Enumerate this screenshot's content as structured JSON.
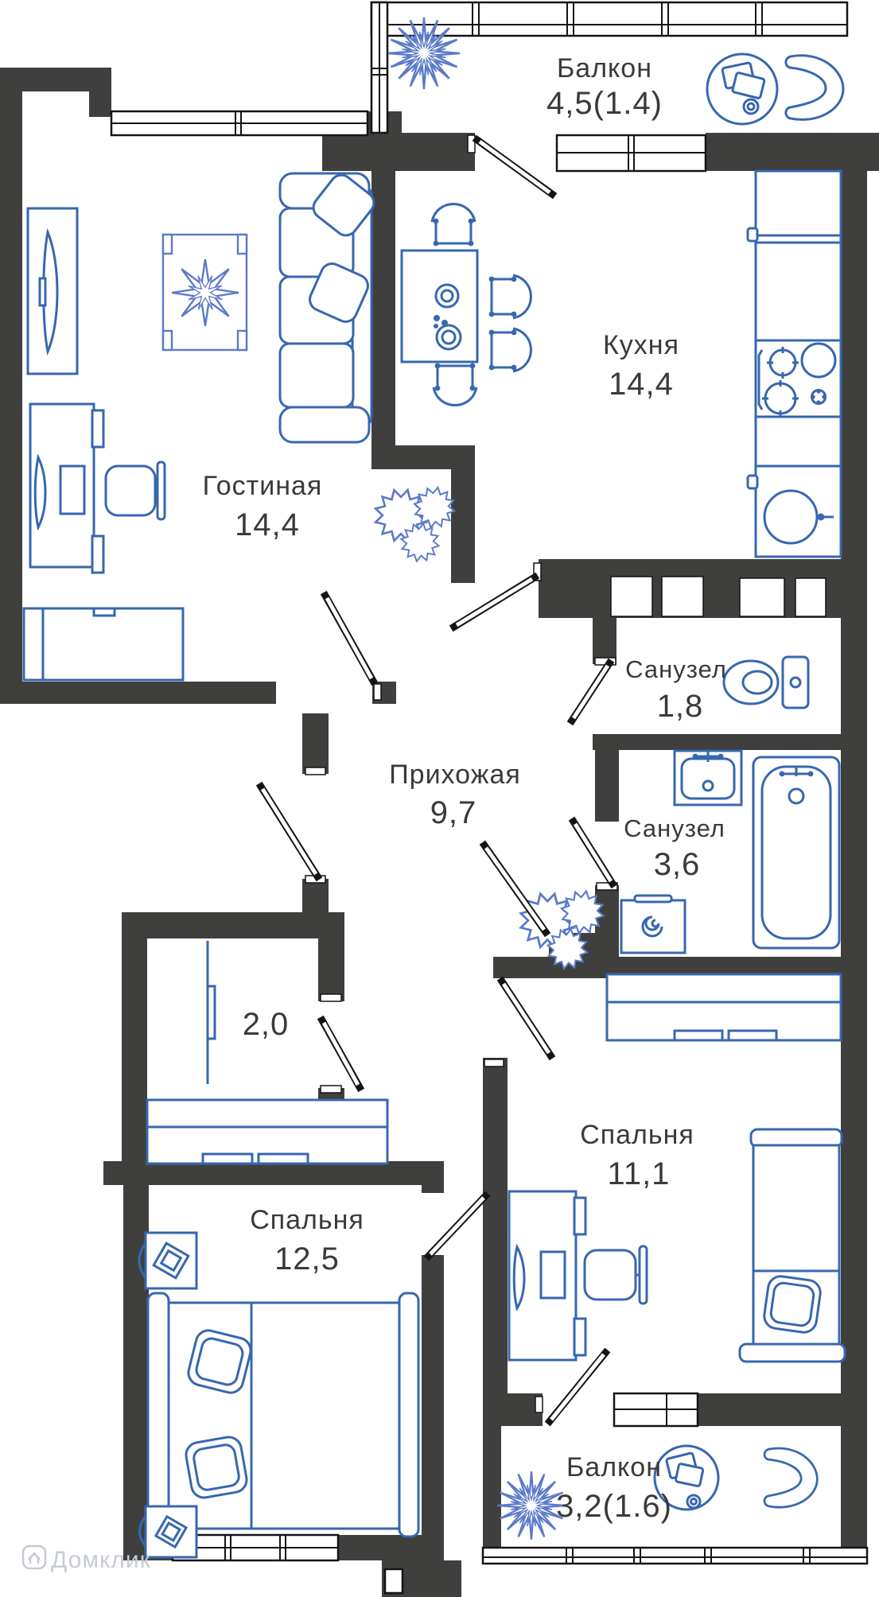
{
  "plan": {
    "title": "2-room apartment floor plan",
    "rooms": [
      {
        "id": "balcony-top",
        "name": "Балкон",
        "area": "4,5(1.4)"
      },
      {
        "id": "kitchen",
        "name": "Кухня",
        "area": "14,4"
      },
      {
        "id": "living-room",
        "name": "Гостиная",
        "area": "14,4"
      },
      {
        "id": "bathroom-small",
        "name": "Санузел",
        "area": "1,8"
      },
      {
        "id": "hallway",
        "name": "Прихожая",
        "area": "9,7"
      },
      {
        "id": "bathroom-big",
        "name": "Санузел",
        "area": "3,6"
      },
      {
        "id": "closet",
        "name": "",
        "area": "2,0"
      },
      {
        "id": "bedroom-1",
        "name": "Спальня",
        "area": "12,5"
      },
      {
        "id": "bedroom-2",
        "name": "Спальня",
        "area": "11,1"
      },
      {
        "id": "balcony-bottom",
        "name": "Балкон",
        "area": "3,2(1.6)"
      }
    ],
    "watermark": "Домклик",
    "colors": {
      "wall": "#3f3f3d",
      "furniture": "#3767af",
      "accent": "#5b7ac9",
      "label": "#3a3a38",
      "watermark": "#c6cbd2"
    },
    "icons": [
      "plant-icon",
      "sofa-icon",
      "tv-icon",
      "rug-star-icon",
      "desk-icon",
      "office-chair-icon",
      "dining-table-icon",
      "dining-chair-icon",
      "fridge-icon",
      "stove-icon",
      "kitchen-sink-icon",
      "toilet-icon",
      "bathroom-sink-icon",
      "bathtub-icon",
      "washing-machine-icon",
      "wardrobe-icon",
      "double-bed-icon",
      "single-bed-icon",
      "nightstand-lamp-icon",
      "round-table-icon",
      "armchair-icon",
      "house-logo-icon"
    ]
  }
}
